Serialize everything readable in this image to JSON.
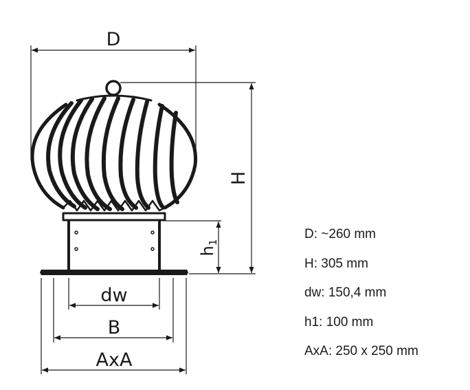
{
  "drawing": {
    "dimension_labels": {
      "D": "D",
      "H": "H",
      "h1_base": "h",
      "h1_sub": "1",
      "dw": "dw",
      "B": "B",
      "AxA": "AxA"
    },
    "line_color": "#1a1a1a"
  },
  "specs": [
    {
      "text": "D: ~260 mm"
    },
    {
      "text": "H: 305 mm"
    },
    {
      "text": "dw: 150,4 mm"
    },
    {
      "text": "h1: 100 mm"
    },
    {
      "text": "AxA: 250 x 250 mm"
    }
  ]
}
